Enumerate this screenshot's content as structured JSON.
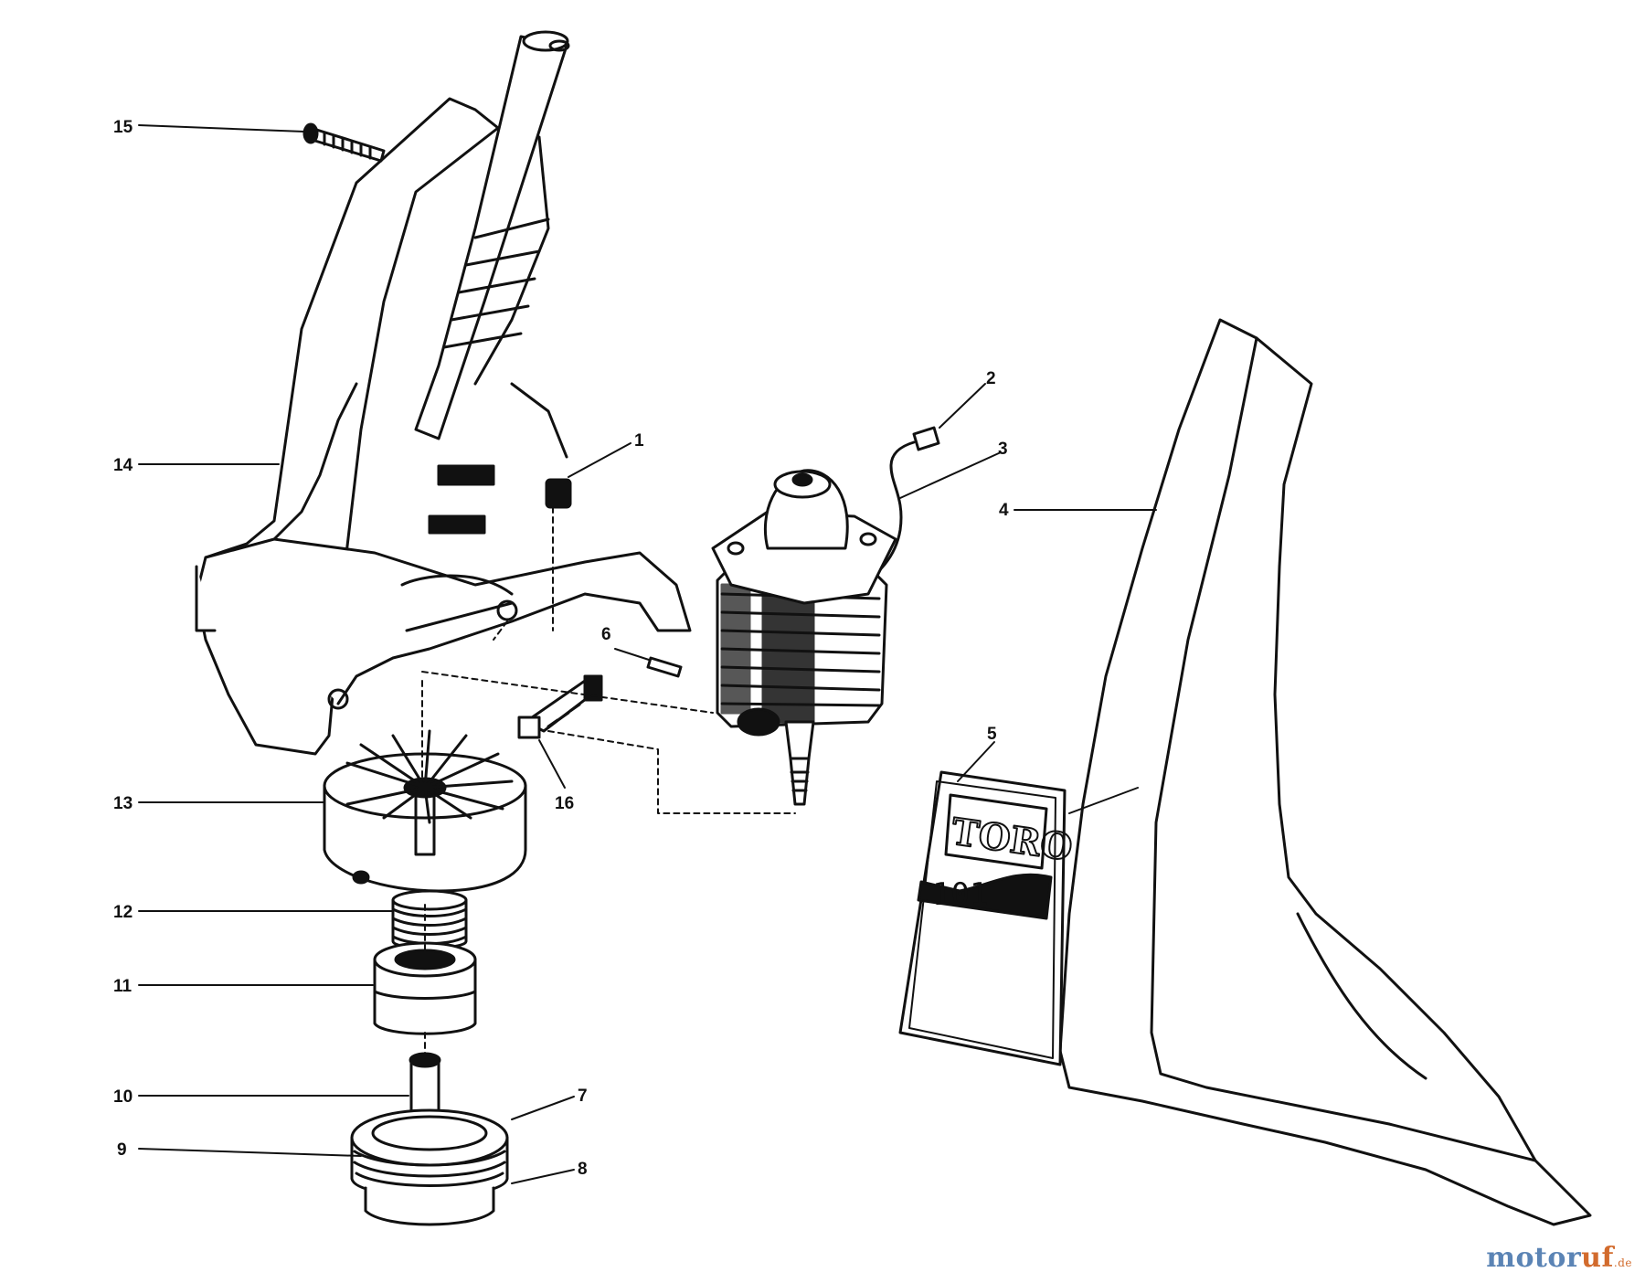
{
  "callouts": [
    {
      "id": "1",
      "label": "1"
    },
    {
      "id": "2",
      "label": "2"
    },
    {
      "id": "3",
      "label": "3"
    },
    {
      "id": "4",
      "label": "4"
    },
    {
      "id": "5",
      "label": "5"
    },
    {
      "id": "6",
      "label": "6"
    },
    {
      "id": "7",
      "label": "7"
    },
    {
      "id": "8",
      "label": "8"
    },
    {
      "id": "9",
      "label": "9"
    },
    {
      "id": "10",
      "label": "10"
    },
    {
      "id": "11",
      "label": "11"
    },
    {
      "id": "12",
      "label": "12"
    },
    {
      "id": "13",
      "label": "13"
    },
    {
      "id": "14",
      "label": "14"
    },
    {
      "id": "15",
      "label": "15"
    },
    {
      "id": "16",
      "label": "16"
    }
  ],
  "decal": {
    "brand": "TORO",
    "model": "101"
  },
  "watermark": {
    "main": "motor",
    "accent": "uf",
    "tld": ".de"
  },
  "colors": {
    "ink": "#111111",
    "paper": "#ffffff",
    "watermark_blue": "#5b84b5",
    "watermark_orange": "#d26b2d"
  }
}
